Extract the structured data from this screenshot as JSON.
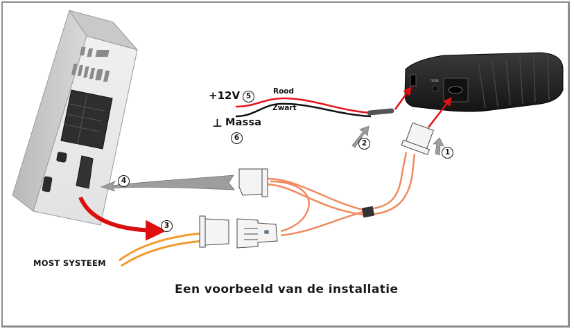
{
  "diagram": {
    "caption": "Een voorbeeld van de installatie",
    "labels": {
      "power": "+12V",
      "red_wire": "Rood",
      "black_wire": "Zwart",
      "ground_symbol": "⊥",
      "ground": "Massa",
      "most_system": "MOST SYSTEEM",
      "module_connector_marking": "7303R"
    },
    "steps": [
      "1",
      "2",
      "3",
      "4",
      "5",
      "6"
    ],
    "components": [
      "car-radio-head-unit",
      "interface-module",
      "most-fiber-adapter-harness",
      "power-cable"
    ],
    "colors": {
      "fiber": "#f08a5d",
      "most_fiber": "#f29a2e",
      "red_arrow": "#e01010",
      "red_wire": "#e3141b",
      "black_wire": "#111111",
      "grey_arrow": "#9a9a9a",
      "module_body": "#1c1c1c",
      "border": "#8c8c8c"
    }
  }
}
